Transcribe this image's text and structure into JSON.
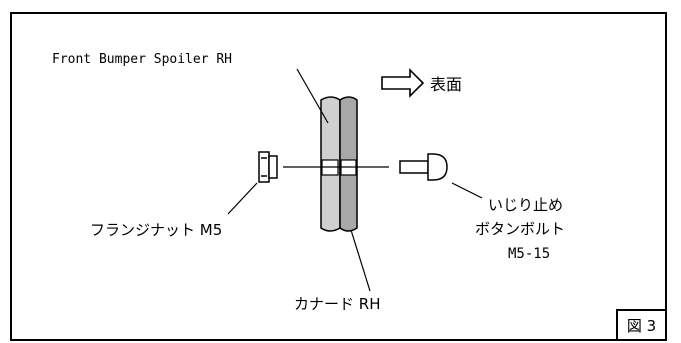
{
  "diagram": {
    "labels": {
      "spoiler": "Front Bumper Spoiler RH",
      "surface": "表面",
      "flange_nut": "フランジナット M5",
      "bolt_line1": "いじり止め",
      "bolt_line2": "ボタンボルト",
      "bolt_line3": "M5-15",
      "canard": "カナード RH"
    },
    "figure_number": "図 3",
    "colors": {
      "spoiler_fill": "#d0d0d0",
      "canard_fill": "#a8a8a8",
      "line": "#000000"
    }
  }
}
